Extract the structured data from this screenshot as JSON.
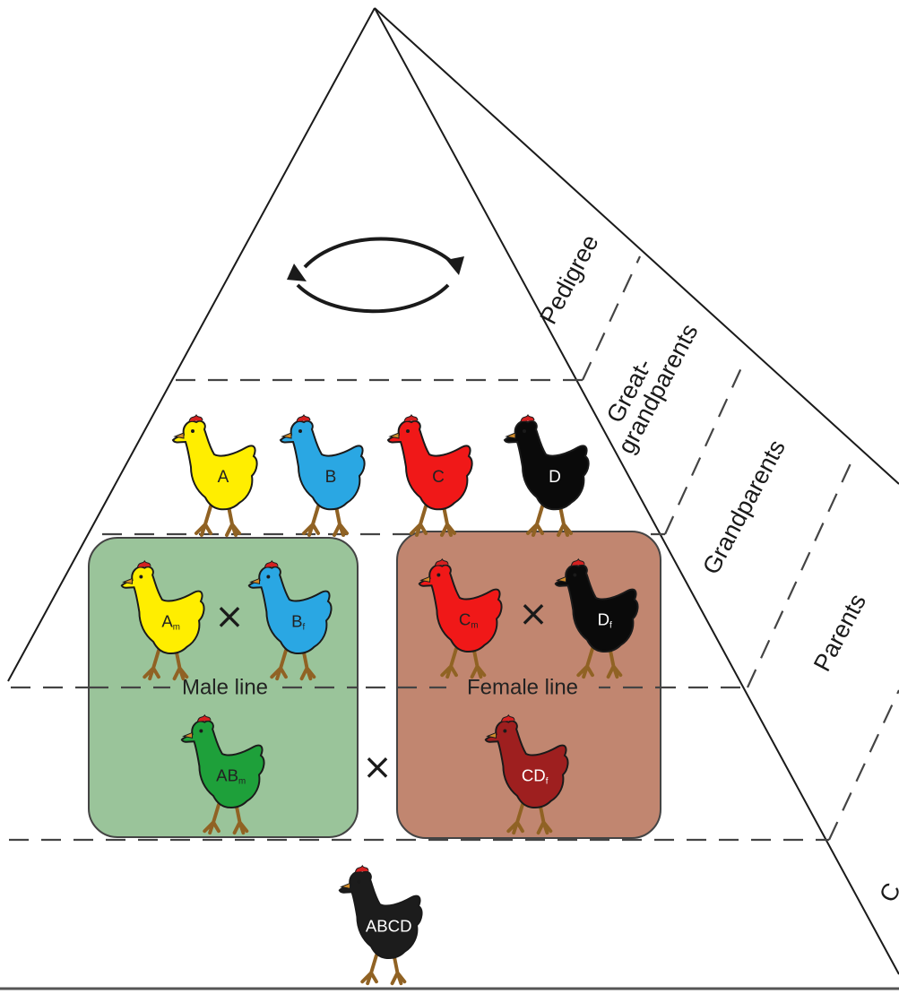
{
  "tiers": {
    "pedigree": "Pedigree",
    "great_grandparents_line1": "Great-",
    "great_grandparents_line2": "grandparents",
    "grandparents": "Grandparents",
    "parents": "Parents",
    "commercial_partial": "C"
  },
  "great_grandparent_birds": {
    "a": {
      "label": "A",
      "color": "#ffee00"
    },
    "b": {
      "label": "B",
      "color": "#2aa7e3"
    },
    "c": {
      "label": "C",
      "color": "#f01818"
    },
    "d": {
      "label": "D",
      "color": "#0a0a0a"
    }
  },
  "male_line": {
    "title": "Male line",
    "box_color": "#9ac49a",
    "bird_1": {
      "label": "A",
      "sub": "m",
      "color": "#ffee00"
    },
    "bird_2": {
      "label": "B",
      "sub": "f",
      "color": "#2aa7e3"
    },
    "cross_symbol": "×",
    "offspring": {
      "label": "AB",
      "sub": "m",
      "color": "#1ea03a"
    }
  },
  "female_line": {
    "title": "Female line",
    "box_color": "#c18670",
    "bird_1": {
      "label": "C",
      "sub": "m",
      "color": "#f01818"
    },
    "bird_2": {
      "label": "D",
      "sub": "f",
      "color": "#0a0a0a"
    },
    "cross_symbol": "×",
    "offspring": {
      "label": "CD",
      "sub": "f",
      "color": "#9e1f1f"
    }
  },
  "parents_cross_symbol": "×",
  "commercial_bird": {
    "label": "ABCD",
    "color": "#1c1c1c"
  },
  "colors": {
    "outline": "#1a1a1a",
    "dashes": "#444444",
    "legs": "#d08a2a",
    "comb": "#d42020"
  }
}
